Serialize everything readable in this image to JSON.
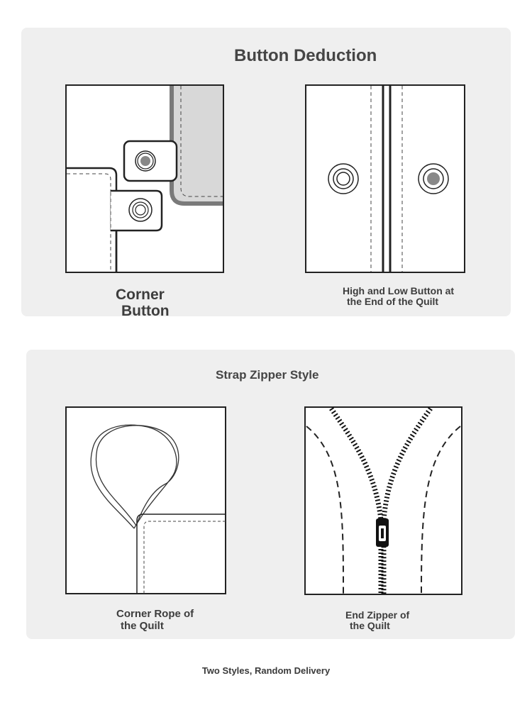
{
  "sections": {
    "button_deduction": {
      "title": "Button Deduction"
    },
    "strap_zipper": {
      "title": "Strap Zipper Style"
    }
  },
  "captions": {
    "corner_button": [
      "Corner",
      "Button"
    ],
    "high_low_button": [
      "High and Low Button at",
      "the End of the Quilt"
    ],
    "corner_rope": [
      "Corner Rope of",
      "the Quilt"
    ],
    "end_zipper": [
      "End Zipper of",
      "the Quilt"
    ]
  },
  "footer": "Two Styles, Random Delivery",
  "colors": {
    "panel": "#efefef",
    "text": "#3a3a3a",
    "line": "#222222"
  }
}
